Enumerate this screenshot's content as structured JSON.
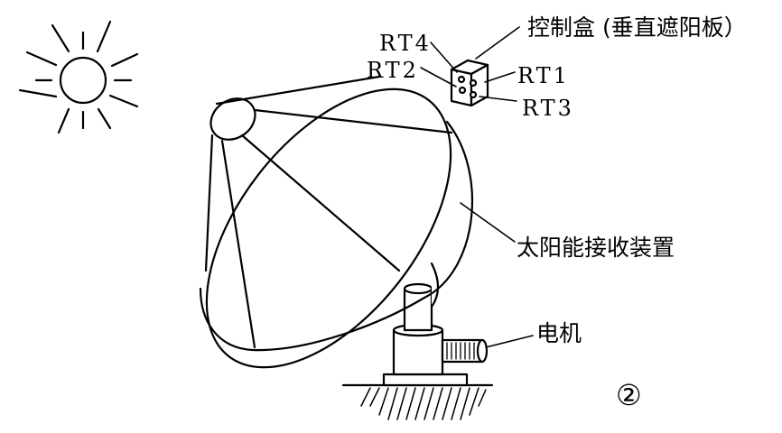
{
  "labels": {
    "control_box": "控制盒 (垂直遮阳板）",
    "rt4": "RT4",
    "rt2": "RT2",
    "rt1": "RT1",
    "rt3": "RT3",
    "receiver": "太阳能接收装置",
    "motor": "电机",
    "figure_number": "②"
  },
  "colors": {
    "ink": "#000000",
    "background": "#ffffff"
  }
}
